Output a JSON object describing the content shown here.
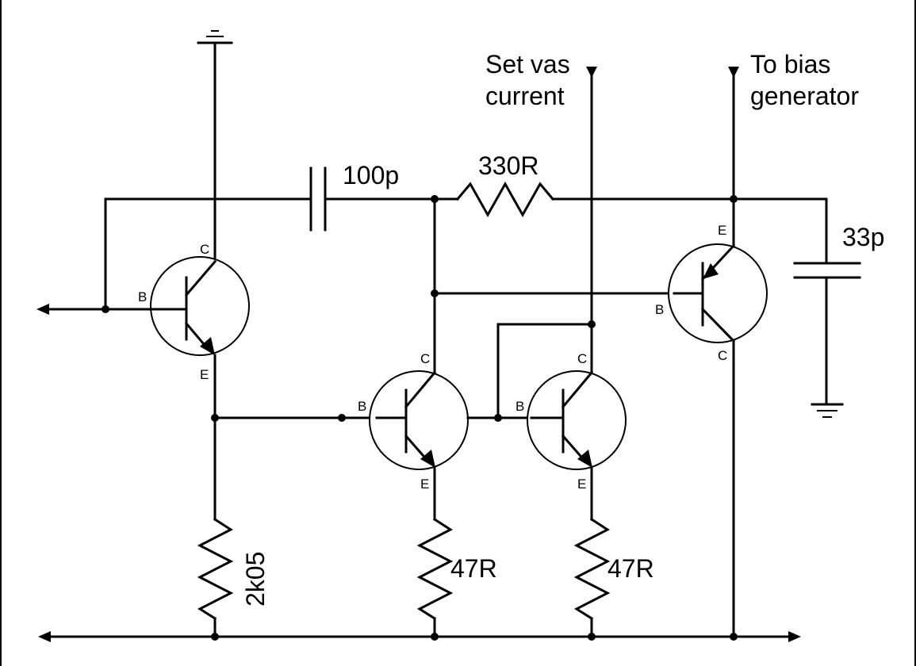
{
  "diagram": {
    "labels": {
      "cap_100p": "100p",
      "res_330r": "330R",
      "cap_33p": "33p",
      "res_2k05": "2k05",
      "res_47r_a": "47R",
      "res_47r_b": "47R",
      "vas_line1": "Set vas",
      "vas_line2": "current",
      "bias_line1": "To bias",
      "bias_line2": "generator"
    },
    "pins": {
      "q1_c": "C",
      "q1_b": "B",
      "q1_e": "E",
      "q2_c": "C",
      "q2_b": "B",
      "q2_e": "E",
      "q3_c": "C",
      "q3_b": "B",
      "q3_e": "E",
      "q4_e": "E",
      "q4_b": "B",
      "q4_c": "C"
    },
    "colors": {
      "ink": "#000000",
      "background": "#ffffff"
    }
  }
}
